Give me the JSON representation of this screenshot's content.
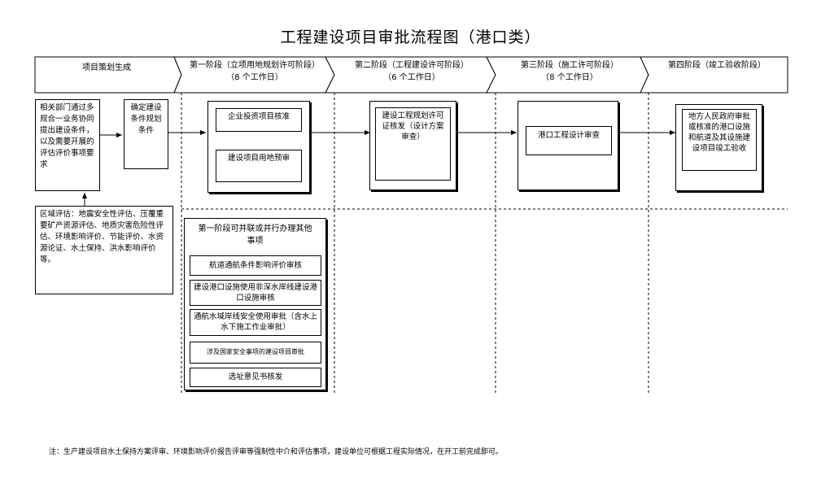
{
  "title": "工程建设项目审批流程图（港口类）",
  "stages": [
    {
      "label": "项目策划生成",
      "days": ""
    },
    {
      "label": "第一阶段（立项用地规划许可阶段）",
      "days": "（8 个工作日）"
    },
    {
      "label": "第二阶段（工程建设许可阶段）",
      "days": "（6 个工作日）"
    },
    {
      "label": "第三阶段（施工许可阶段）",
      "days": "（8 个工作日）"
    },
    {
      "label": "第四阶段（竣工验收阶段）",
      "days": ""
    }
  ],
  "boxes": {
    "coordination": "相关部门通过多规合一业务协同提出建设条件，以及需要开展的评估评价事项要求",
    "conditions": "确定建设条件规划条件",
    "regional_eval": "区域评估：地震安全性评估、压覆重要矿产资源评估、地质灾害危险性评估、环境影响评价、节能评价、水资源论证、水土保持、洪水影响评价等。",
    "stage1_item1": "企业投资项目核准",
    "stage1_item2": "建设项目用地预审",
    "stage2_item": "建设工程规划许可证核发（设计方案审查）",
    "stage3_item": "港口工程设计审查",
    "stage4_item": "地方人民政府审批或核准的港口设施和航道及其设施建设项目竣工验收",
    "parallel_title": "第一阶段可并联或并行办理其他事项",
    "parallel_items": [
      "航道通航条件影响评价审核",
      "建设港口设施使用非深水岸线建设港口设施审核",
      "通航水域岸线安全使用审批（含水上水下施工作业审批）",
      "涉及国家安全事项的建设项目审批",
      "选址意见书核发"
    ]
  },
  "note": "注：生产建设项目水土保持方案评审、环境影响评价报告评审等强制性中介和评估事项，建设单位可根据工程实际情况，在开工前完成即可。"
}
